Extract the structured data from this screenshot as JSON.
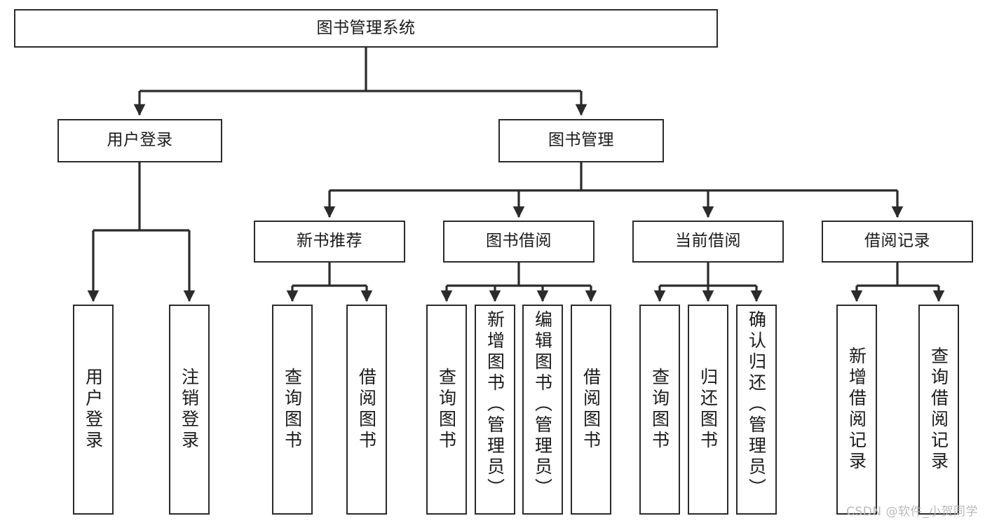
{
  "diagram": {
    "type": "tree-hierarchy",
    "title": "图书管理系统",
    "root": {
      "id": "root",
      "label": "图书管理系统",
      "orientation": "horizontal"
    },
    "level2": [
      {
        "id": "user-login",
        "label": "用户登录",
        "orientation": "horizontal"
      },
      {
        "id": "book-manage",
        "label": "图书管理",
        "orientation": "horizontal"
      }
    ],
    "level3": [
      {
        "id": "new-book-recommend",
        "label": "新书推荐",
        "orientation": "horizontal",
        "parent": "book-manage"
      },
      {
        "id": "book-borrow",
        "label": "图书借阅",
        "orientation": "horizontal",
        "parent": "book-manage"
      },
      {
        "id": "current-borrow",
        "label": "当前借阅",
        "orientation": "horizontal",
        "parent": "book-manage"
      },
      {
        "id": "borrow-record",
        "label": "借阅记录",
        "orientation": "horizontal",
        "parent": "book-manage"
      }
    ],
    "leaves": [
      {
        "id": "leaf-user-login",
        "label": "用户登录",
        "parent": "user-login"
      },
      {
        "id": "leaf-logout-login",
        "label": "注销登录",
        "parent": "user-login"
      },
      {
        "id": "leaf-query-book-1",
        "label": "查询图书",
        "parent": "new-book-recommend"
      },
      {
        "id": "leaf-borrow-book-1",
        "label": "借阅图书",
        "parent": "new-book-recommend"
      },
      {
        "id": "leaf-query-book-2",
        "label": "查询图书",
        "parent": "book-borrow"
      },
      {
        "id": "leaf-add-book",
        "label": "新增图书（管理员）",
        "parent": "book-borrow"
      },
      {
        "id": "leaf-edit-book",
        "label": "编辑图书（管理员）",
        "parent": "book-borrow"
      },
      {
        "id": "leaf-borrow-book-2",
        "label": "借阅图书",
        "parent": "book-borrow"
      },
      {
        "id": "leaf-query-book-3",
        "label": "查询图书",
        "parent": "current-borrow"
      },
      {
        "id": "leaf-return-book",
        "label": "归还图书",
        "parent": "current-borrow"
      },
      {
        "id": "leaf-confirm-return",
        "label": "确认归还（管理员）",
        "parent": "current-borrow"
      },
      {
        "id": "leaf-add-record",
        "label": "新增借阅记录",
        "parent": "borrow-record"
      },
      {
        "id": "leaf-query-record",
        "label": "查询借阅记录",
        "parent": "borrow-record"
      }
    ],
    "watermark": "CSDN @软件_小贺同学",
    "colors": {
      "stroke": "#2b2b2b",
      "box_fill": "#ffffff",
      "text": "#1a1a1a",
      "background": "#ffffff",
      "watermark": "#b9b9b9"
    }
  }
}
